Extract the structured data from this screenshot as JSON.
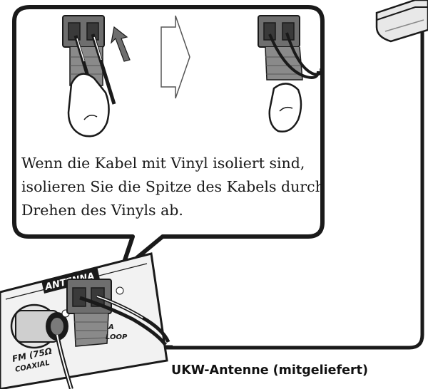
{
  "callout": {
    "lines": [
      "Wenn die Kabel mit Vinyl isoliert sind,",
      "isolieren Sie die Spitze des Kabels durch",
      "Drehen des Vinyls ab."
    ]
  },
  "panel": {
    "antenna_label": "ANTENNA",
    "fm_label_line1": "FM (75Ω",
    "fm_label_line2": "COAXIAL",
    "am_label_line1": "A",
    "am_label_line2": "LOOP"
  },
  "caption": "UKW-Antenne (mitgeliefert)",
  "colors": {
    "stroke": "#1a1a1a",
    "terminal_fill": "#6e6e6e",
    "terminal_dark": "#3a3a3a",
    "bubble_fill": "#ffffff",
    "panel_fill": "#f2f2f2"
  }
}
